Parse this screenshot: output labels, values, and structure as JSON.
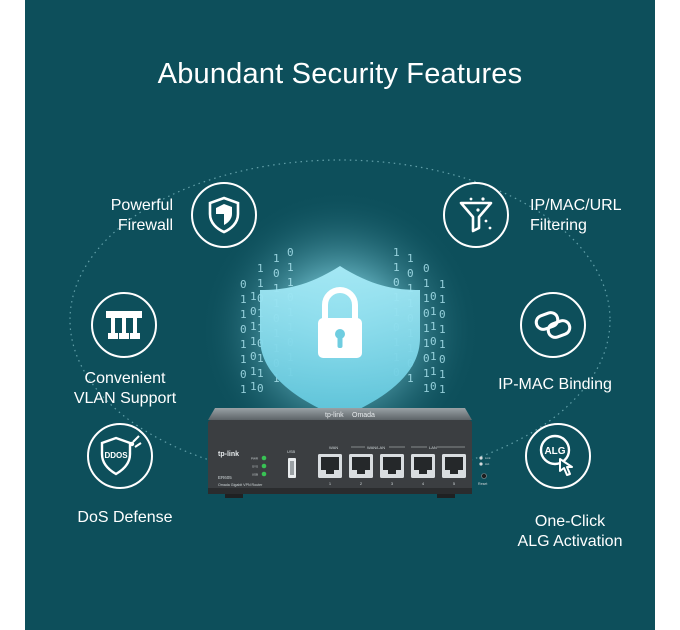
{
  "title": "Abundant Security Features",
  "features": {
    "firewall": {
      "label": "Powerful\nFirewall",
      "icon": "shield-icon"
    },
    "filtering": {
      "label": "IP/MAC/URL\nFiltering",
      "icon": "funnel-icon"
    },
    "vlan": {
      "label": "Convenient\nVLAN Support",
      "icon": "network-icon"
    },
    "binding": {
      "label": "IP-MAC Binding",
      "icon": "chain-link-icon"
    },
    "dos": {
      "label": "DoS Defense",
      "icon": "ddos-shield-icon",
      "badge": "DDOS"
    },
    "alg": {
      "label": "One-Click\nALG Activation",
      "icon": "alg-click-icon",
      "badge": "ALG"
    }
  },
  "router": {
    "brand": "tp-link",
    "series": "Omada",
    "model": "ER605",
    "subtitle": "Omada Gigabit VPN Router",
    "usb": "USB",
    "wan": "WAN",
    "wan_lan": "WAN/LAN",
    "lan": "LAN",
    "ports": [
      "1",
      "2",
      "3",
      "4",
      "5"
    ],
    "reset": "Reset",
    "leds": [
      "PWR",
      "SYS",
      "USB"
    ],
    "side_leds": [
      "Link",
      "Act"
    ]
  },
  "colors": {
    "background": "#0d4f5b",
    "shield": "#7fd8ea",
    "glow": "#bdf4ff",
    "router_body": "#3b3e41",
    "led": "#38c254"
  }
}
